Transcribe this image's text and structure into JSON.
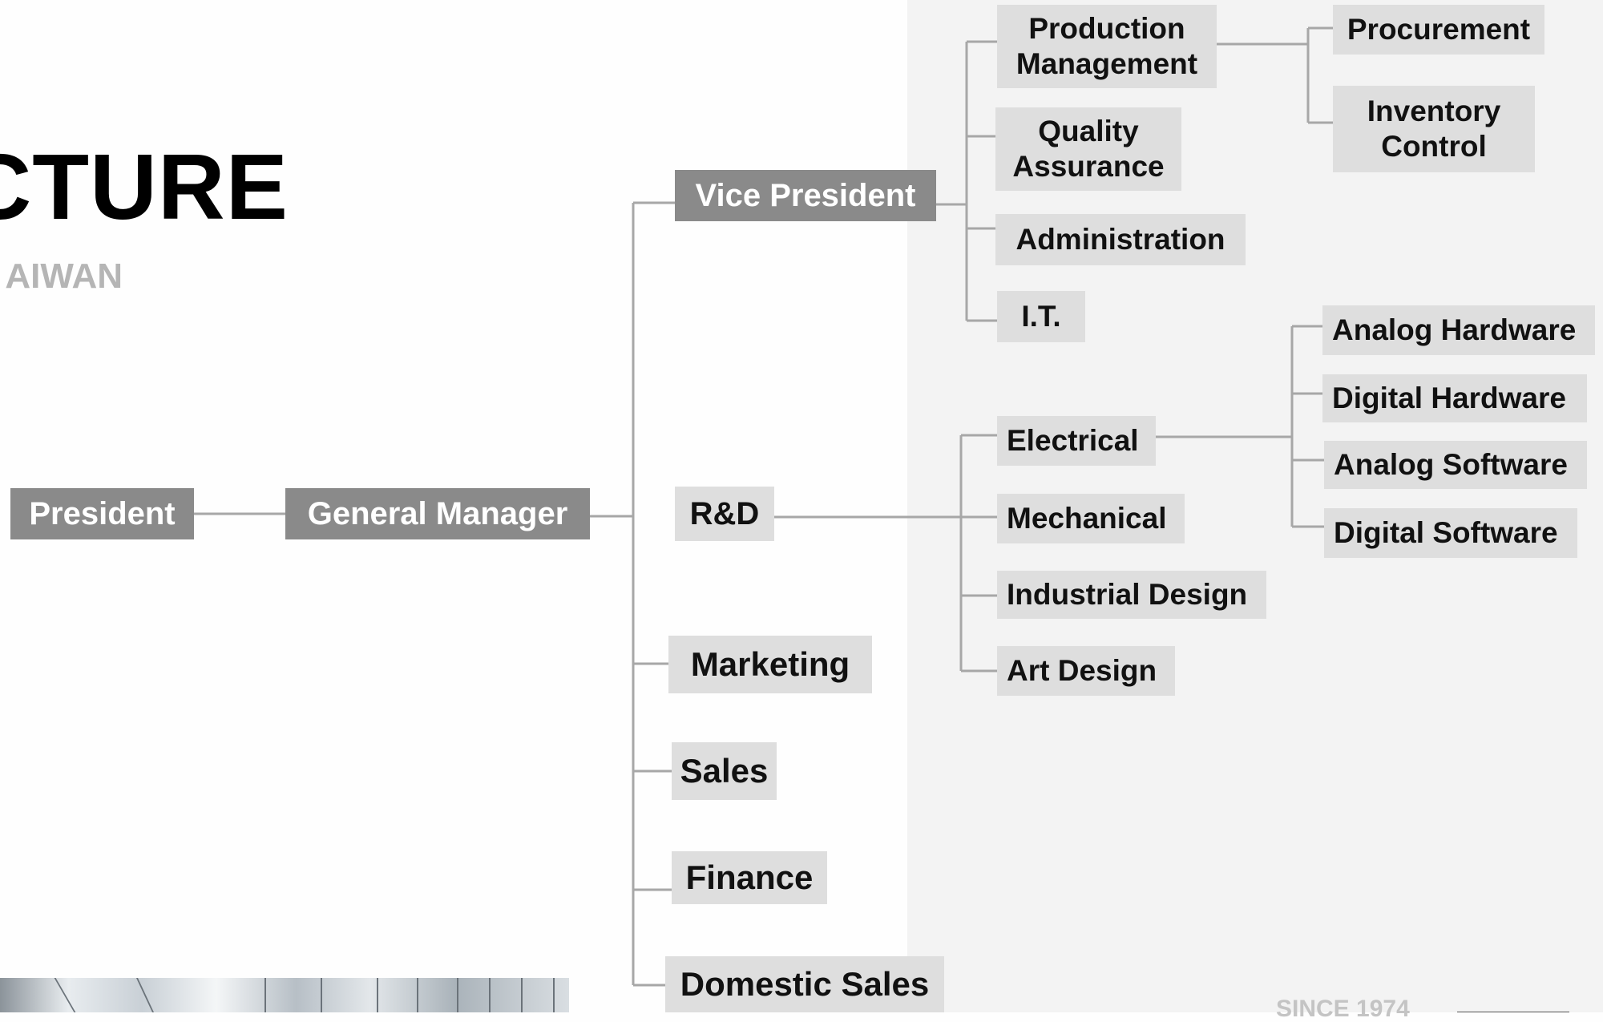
{
  "title": {
    "main": "CTURE",
    "sub": "AIWAN"
  },
  "footer": {
    "since": "SINCE 1974"
  },
  "colors": {
    "dark_box": "#8a8a8a",
    "light_box": "#dedede",
    "connector": "#a7a7a7",
    "panel_bg": "#f3f3f3"
  },
  "org": {
    "president": "President",
    "general_manager": "General Manager",
    "vice_president": "Vice President",
    "rnd": "R&D",
    "marketing": "Marketing",
    "sales": "Sales",
    "finance": "Finance",
    "domestic_sales": "Domestic Sales",
    "production_management": "Production Management",
    "quality_assurance": "Quality Assurance",
    "administration": "Administration",
    "it": "I.T.",
    "procurement": "Procurement",
    "inventory_control": "Inventory Control",
    "electrical": "Electrical",
    "mechanical": "Mechanical",
    "industrial_design": "Industrial Design",
    "art_design": "Art Design",
    "analog_hardware": "Analog Hardware",
    "digital_hardware": "Digital Hardware",
    "analog_software": "Analog Software",
    "digital_software": "Digital Software"
  }
}
